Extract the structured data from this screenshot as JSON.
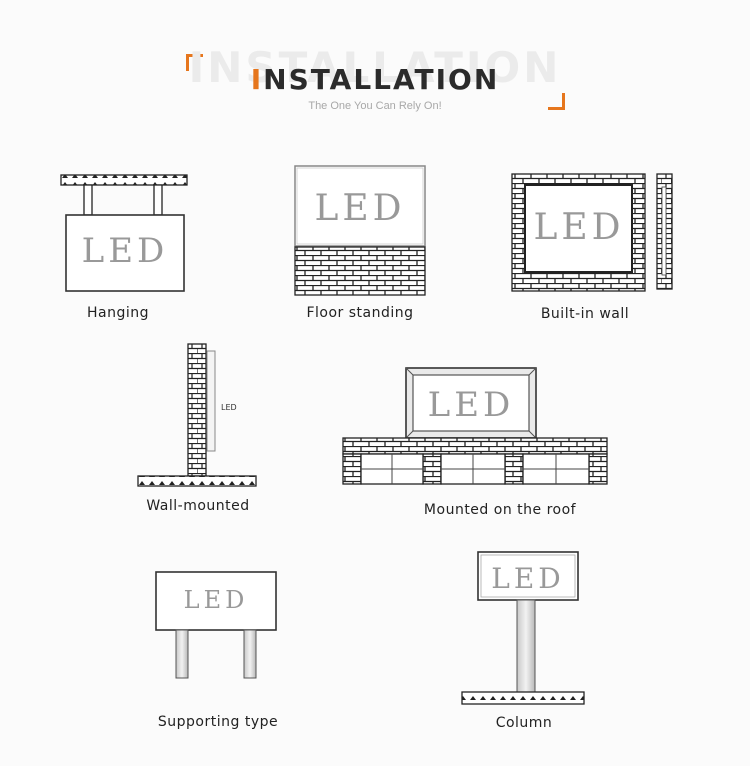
{
  "header": {
    "ghost_title": "INSTALLATION",
    "title_first_letter": "I",
    "title_rest": "NSTALLATION",
    "subtitle": "The One You Can Rely On!",
    "accent_color": "#e6761d"
  },
  "diagrams": {
    "hanging": {
      "caption": "Hanging",
      "sign": "LED"
    },
    "floor": {
      "caption": "Floor standing",
      "sign": "LED"
    },
    "builtin": {
      "caption": "Built-in wall",
      "sign": "LED"
    },
    "wall": {
      "caption": "Wall-mounted",
      "sign": "LED"
    },
    "roof": {
      "caption": "Mounted on the roof",
      "sign": "LED"
    },
    "support": {
      "caption": "Supporting type",
      "sign": "LED"
    },
    "column": {
      "caption": "Column",
      "sign": "LED"
    }
  }
}
